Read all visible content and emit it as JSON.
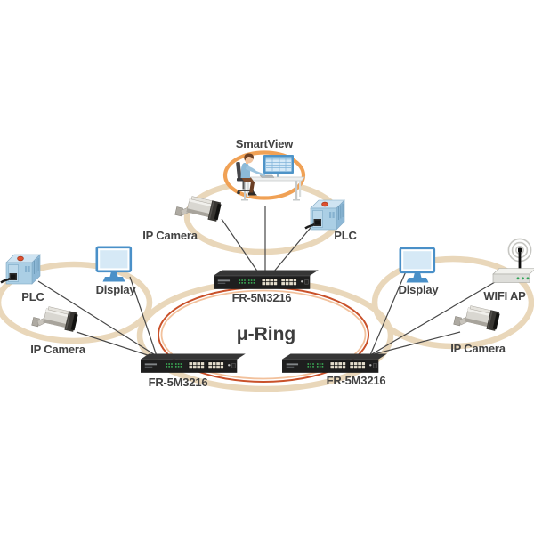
{
  "diagram": {
    "ring_label": "μ-Ring",
    "smartview_group": {
      "title": "SmartView",
      "camera_label": "IP Camera",
      "plc_label": "PLC",
      "switch_label": "FR-5M3216"
    },
    "left_group": {
      "plc_label": "PLC",
      "display_label": "Display",
      "camera_label": "IP Camera",
      "switch_label": "FR-5M3216"
    },
    "right_group": {
      "display_label": "Display",
      "wifi_ap_label": "WIFI AP",
      "camera_label": "IP Camera",
      "switch_label": "FR-5M3216"
    },
    "connections": [
      "IP Camera - top switch",
      "SmartView - top switch",
      "PLC - top switch",
      "PLC - left switch",
      "Display - left switch",
      "IP Camera - left switch",
      "Display - right switch",
      "WIFI AP - right switch",
      "IP Camera - right switch",
      "three FR-5M3216 switches joined in μ-Ring"
    ],
    "colors": {
      "label_text": "#424242",
      "ring_stroke": "#c9512a",
      "ring_inner_stroke": "#f2c19c",
      "group_ellipse": "#e9d7ba",
      "smartview_ellipse": "#f0a155",
      "connection_line": "#474747",
      "switch_body": "#1e1e1e",
      "device_blue": "#4a90c8",
      "plc_blue": "#abcfe5",
      "led_green": "#3cae57"
    }
  }
}
